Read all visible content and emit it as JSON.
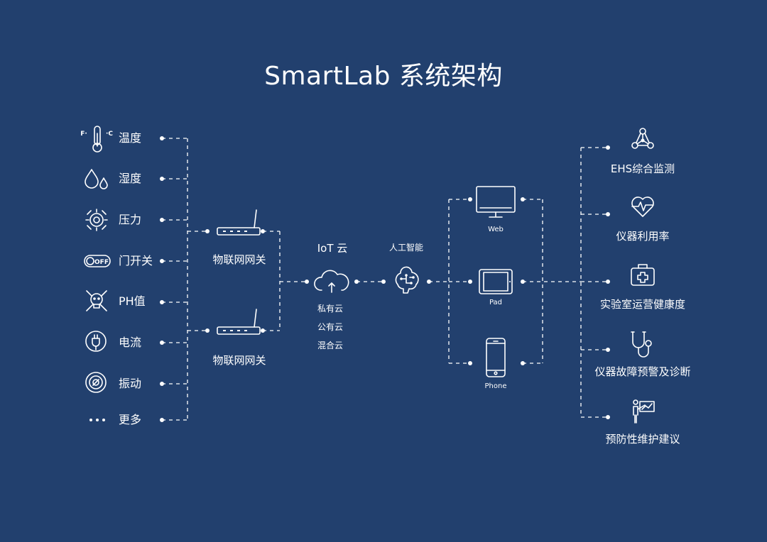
{
  "title": "SmartLab 系统架构",
  "sensors": [
    {
      "label": "温度",
      "icon": "thermometer-icon",
      "unit_text": "F·°C"
    },
    {
      "label": "湿度",
      "icon": "water-drops-icon"
    },
    {
      "label": "压力",
      "icon": "pressure-icon"
    },
    {
      "label": "门开关",
      "icon": "toggle-off-icon",
      "toggle_text": "OFF"
    },
    {
      "label": "PH值",
      "icon": "hazard-skull-icon"
    },
    {
      "label": "电流",
      "icon": "plug-icon"
    },
    {
      "label": "振动",
      "icon": "vibration-icon"
    },
    {
      "label": "更多",
      "icon": "more-dots-icon"
    }
  ],
  "gateways": [
    {
      "label": "物联网网关",
      "icon": "router-icon"
    },
    {
      "label": "物联网网关",
      "icon": "router-icon"
    }
  ],
  "cloud": {
    "title": "IoT 云",
    "icon": "cloud-upload-icon",
    "types": [
      "私有云",
      "公有云",
      "混合云"
    ]
  },
  "ai": {
    "label": "人工智能",
    "icon": "brain-icon"
  },
  "devices": [
    {
      "label": "Web",
      "icon": "monitor-icon"
    },
    {
      "label": "Pad",
      "icon": "tablet-icon"
    },
    {
      "label": "Phone",
      "icon": "phone-icon"
    }
  ],
  "applications": [
    {
      "label": "EHS综合监测",
      "icon": "network-nodes-icon"
    },
    {
      "label": "仪器利用率",
      "icon": "heart-pulse-icon"
    },
    {
      "label": "实验室运营健康度",
      "icon": "medical-kit-icon"
    },
    {
      "label": "仪器故障预警及诊断",
      "icon": "stethoscope-icon"
    },
    {
      "label": "预防性维护建议",
      "icon": "presenter-chart-icon"
    }
  ],
  "colors": {
    "background": "#22406e",
    "foreground": "#ffffff"
  }
}
